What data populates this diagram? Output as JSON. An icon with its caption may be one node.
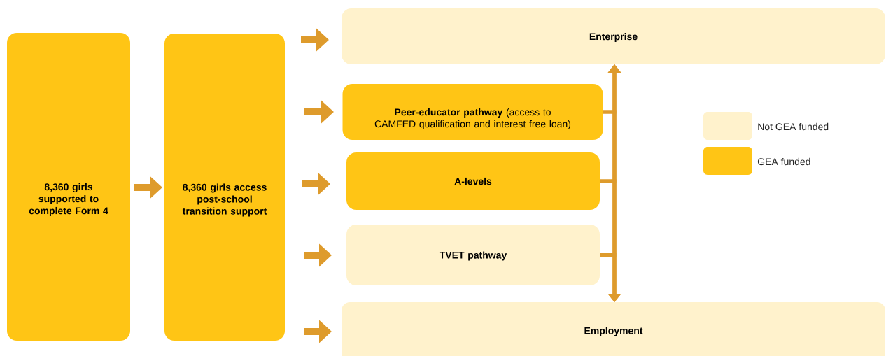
{
  "diagram": {
    "nodes": [
      {
        "text": [
          "8,360 girls supported to complete Form 4"
        ]
      },
      {
        "text": [
          "8,360 girls access post-school transition support"
        ]
      },
      {
        "text": [
          "Enterprise"
        ]
      },
      {
        "text": [
          "**Peer-educator pathway** (access to CAMFED qualification and interest free loan)"
        ]
      },
      {
        "text": [
          "A-levels"
        ]
      },
      {
        "text": [
          "TVET pathway"
        ]
      },
      {
        "text": [
          "Employment"
        ]
      }
    ],
    "edges": [
      {
        "from": 0,
        "to": 1,
        "arrow": "to",
        "style": "thick"
      },
      {
        "from": 1,
        "to": 2,
        "arrow": "to",
        "style": "thick"
      },
      {
        "from": 1,
        "to": 3,
        "arrow": "to",
        "style": "thick"
      },
      {
        "from": 1,
        "to": 4,
        "arrow": "to",
        "style": "thick"
      },
      {
        "from": 1,
        "to": 5,
        "arrow": "to",
        "style": "thick"
      },
      {
        "from": 1,
        "to": 6,
        "arrow": "to",
        "style": "thick"
      },
      {
        "from": 3,
        "to": 2,
        "arrow": "to"
      },
      {
        "from": 4,
        "to": 2,
        "arrow": "to"
      },
      {
        "from": 5,
        "to": 2,
        "arrow": "to"
      },
      {
        "from": 3,
        "to": 6,
        "arrow": "to"
      },
      {
        "from": 4,
        "to": 6,
        "arrow": "to"
      },
      {
        "from": 5,
        "to": 6,
        "arrow": "to"
      }
    ],
    "legend": [
      {
        "text": "Not GEA funded",
        "color": "#fff2cc"
      },
      {
        "text": "GEA funded",
        "color": "#ffc515"
      }
    ]
  }
}
